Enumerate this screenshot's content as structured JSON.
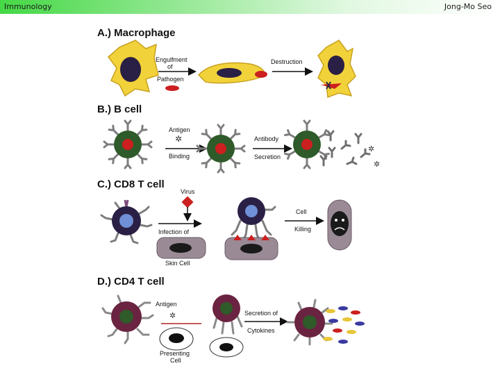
{
  "header": {
    "left": "Immunology",
    "right": "Jong-Mo Seo"
  },
  "panels": {
    "a": {
      "title": "A.) Macrophage",
      "engulf_line1": "Engulfment",
      "engulf_line2": "of",
      "engulf_line3": "Pathogen",
      "destruction": "Destruction"
    },
    "b": {
      "title": "B.) B cell",
      "antigen": "Antigen",
      "binding": "Binding",
      "antibody": "Antibody",
      "secretion": "Secretion"
    },
    "c": {
      "title": "C.) CD8 T cell",
      "virus": "Virus",
      "infection": "Infection of",
      "skin": "Skin Cell",
      "cell": "Cell",
      "killing": "Killing"
    },
    "d": {
      "title": "D.) CD4 T cell",
      "antigen": "Antigen",
      "presenting1": "Presenting",
      "presenting2": "Cell",
      "secretion": "Secretion of",
      "cytokines": "Cytokines"
    }
  },
  "colors": {
    "macrophage": "#f2d23a",
    "nucleus_dark": "#2a1f44",
    "pathogen": "#cc1f1f",
    "b_cell": "#2f5a2a",
    "t_cell_nucleus": "#6f8fd6",
    "cd4_body": "#6a2340",
    "skin_cell": "#9a8a96"
  }
}
